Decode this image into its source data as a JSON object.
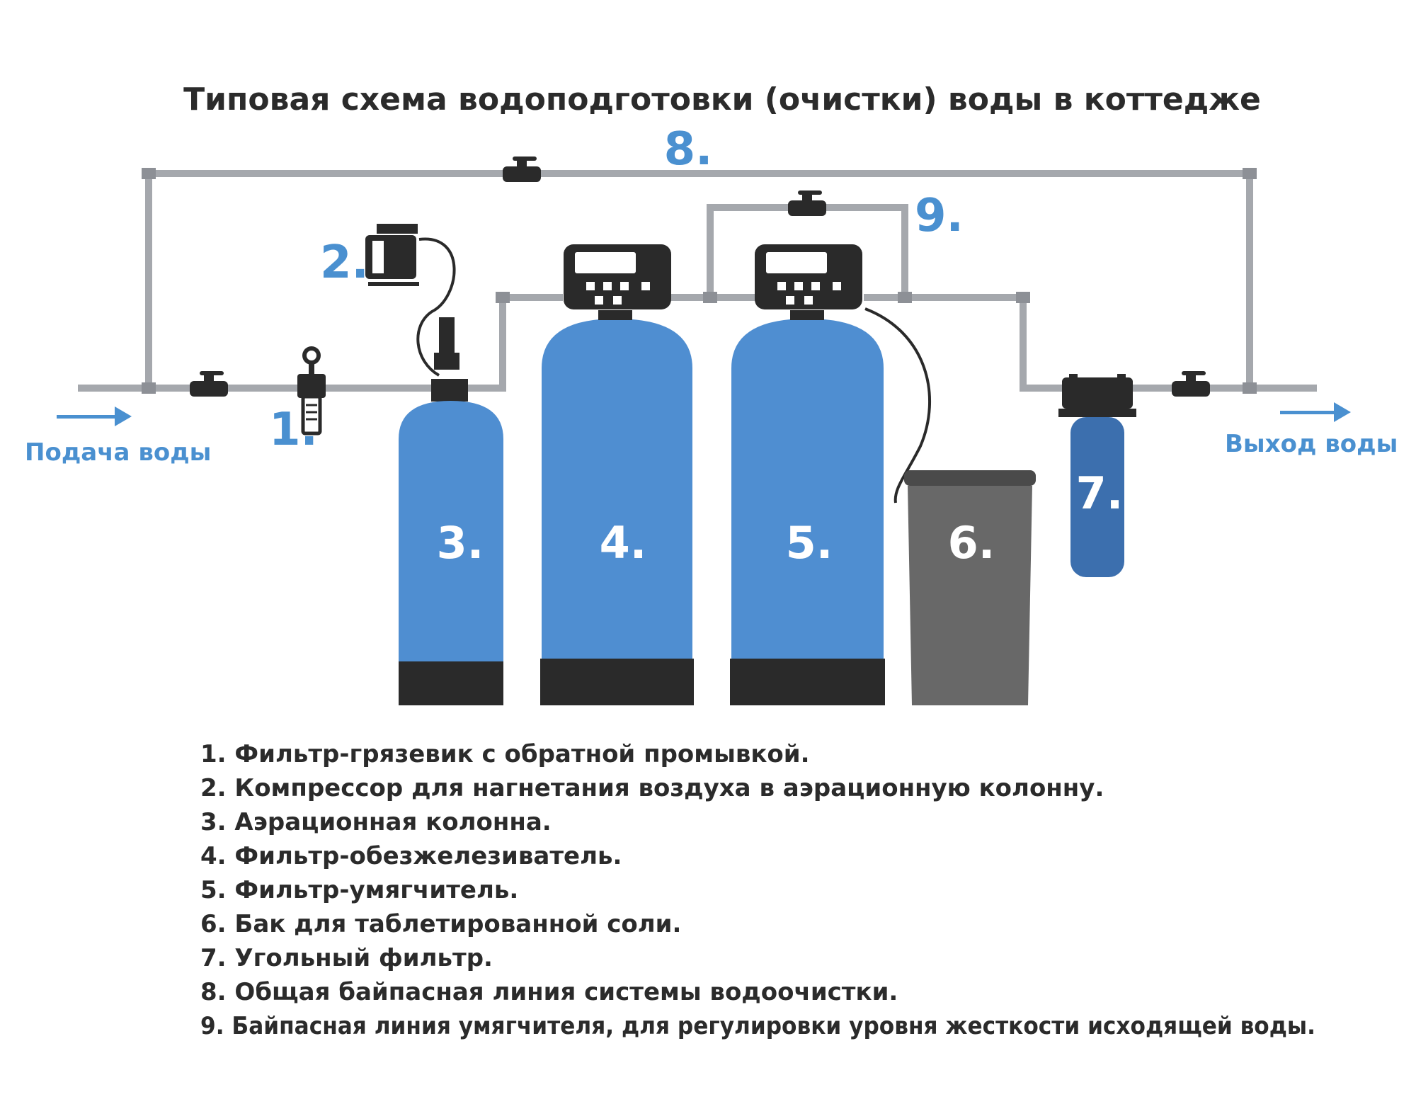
{
  "title": "Типовая схема водоподготовки (очистки) воды в коттедже",
  "labels": {
    "n1": "1.",
    "n2": "2.",
    "n3": "3.",
    "n4": "4.",
    "n5": "5.",
    "n6": "6.",
    "n7": "7.",
    "n8": "8.",
    "n9": "9."
  },
  "inlet_label": "Подача воды",
  "outlet_label": "Выход воды",
  "legend": [
    "1. Фильтр-грязевик с обратной промывкой.",
    "2. Компрессор для нагнетания воздуха в аэрационную колонну.",
    "3. Аэрационная колонна.",
    "4. Фильтр-обезжелезиватель.",
    "5. Фильтр-умягчитель.",
    "6. Бак для таблетированной соли.",
    "7. Угольный фильтр.",
    "8. Общая байпасная линия системы водоочистки.",
    "9. Байпасная линия умягчителя, для регулировки уровня жесткости исходящей воды."
  ],
  "colors": {
    "tank_blue": "#4f8ed1",
    "carbon_blue": "#3c6fae",
    "salt_gray": "#686868",
    "pipe_gray": "#a5a8ad",
    "base_black": "#2a2a2a",
    "accent_blue": "#4a90d0"
  }
}
